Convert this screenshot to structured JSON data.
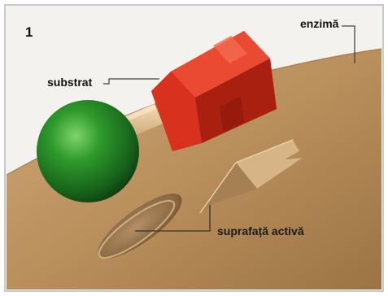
{
  "figure": {
    "panel_number": "1",
    "labels": {
      "enzyme": "enzimă",
      "substrate": "substrat",
      "active_surface": "suprafață activă"
    }
  },
  "colors": {
    "background": "#f4f2ee",
    "enzyme_surface": "#b8905e",
    "substrate_ball": "#1f7a22",
    "substrate_block": "#d8321f",
    "connector": "#e8c89a",
    "leader_line": "#444444"
  }
}
